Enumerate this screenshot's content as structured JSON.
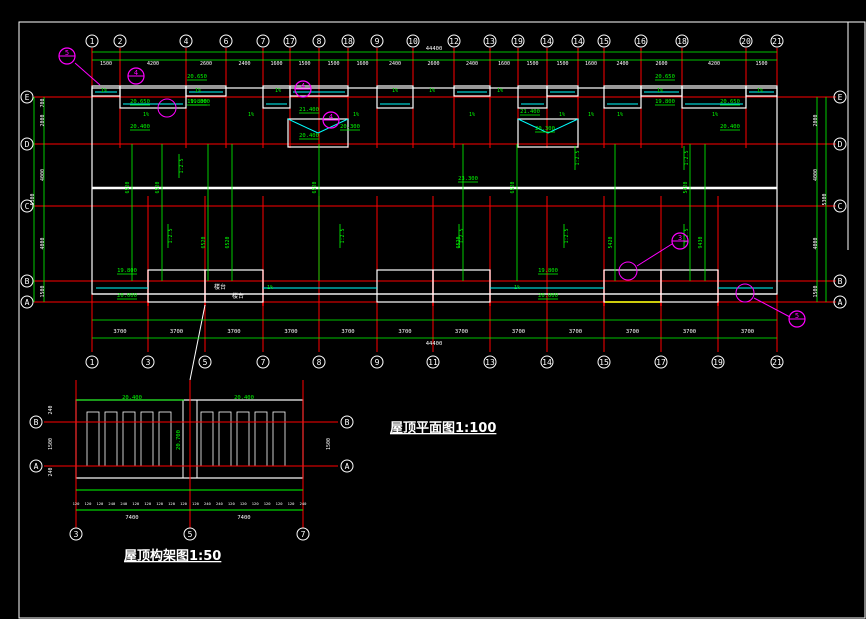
{
  "colors": {
    "background": "#000000",
    "frame": "#ffffff",
    "axis_grid": "#ff0000",
    "walls": "#ffffff",
    "dimension": "#00ff00",
    "axis_bubble": "#ffffff",
    "detail_marker": "#ff00ff",
    "drainage": "#00ffff",
    "railing": "#ffff00"
  },
  "roof_plan": {
    "title": "屋顶平面图1:100",
    "top_axes": [
      "1",
      "2",
      "4",
      "6",
      "7",
      "17",
      "8",
      "18",
      "9",
      "10",
      "12",
      "13",
      "19",
      "14",
      "14",
      "15",
      "16",
      "18",
      "20",
      "21"
    ],
    "bottom_axes": [
      "1",
      "3",
      "5",
      "7",
      "8",
      "9",
      "11",
      "13",
      "14",
      "15",
      "17",
      "19",
      "21"
    ],
    "row_axes": [
      "E",
      "D",
      "C",
      "B",
      "A"
    ],
    "overall_width": "44400",
    "overall_width_bottom": "44400",
    "top_dims": [
      "1500",
      "4200",
      "2600",
      "2400",
      "1600",
      "1500",
      "1500",
      "1600",
      "2400",
      "2600",
      "2400",
      "1600",
      "1500",
      "1500",
      "1600",
      "2400",
      "2600",
      "4200",
      "1500"
    ],
    "bottom_dims": [
      "3700",
      "3700",
      "3700",
      "3700",
      "3700",
      "3700",
      "3700",
      "3700",
      "3700",
      "3700",
      "3700",
      "3700"
    ],
    "left_dims": [
      "700",
      "2000",
      "4000",
      "5300",
      "4000",
      "1500"
    ],
    "right_dims": [
      "2000",
      "4000",
      "5300",
      "4000",
      "1500"
    ],
    "elevations": [
      "20.650",
      "19.800",
      "20.650",
      "20.400",
      "19.800",
      "21.400",
      "20.400",
      "20.300",
      "21.400",
      "20.300",
      "20.650",
      "19.800",
      "20.650",
      "20.400",
      "23.300",
      "19.800",
      "20.000",
      "19.800",
      "20.000"
    ],
    "slopes": [
      "1%",
      "1%",
      "1%",
      "1%",
      "1%",
      "1%",
      "1%",
      "1%",
      "1%",
      "1%",
      "1%",
      "1%",
      "1%",
      "1%",
      "1%",
      "1%",
      "1%",
      "1%"
    ],
    "slope_labels": [
      "1:2.5",
      "1:2.5",
      "1:2.5",
      "1:2.5",
      "1:2.5",
      "1:2.5",
      "1:2.5",
      "1:2.5"
    ],
    "room_labels": [
      "楼台",
      "楼台"
    ],
    "vertical_dims": [
      "6520",
      "6520",
      "6520",
      "6520",
      "6520",
      "5420",
      "5420",
      "9430",
      "6520",
      "6520"
    ],
    "detail_markers": [
      "5",
      "4",
      "4",
      "3",
      "5",
      "4"
    ]
  },
  "frame_plan": {
    "title": "屋顶构架图1:50",
    "axes_bottom": [
      "3",
      "5",
      "7"
    ],
    "row_axes": [
      "B",
      "A"
    ],
    "dims_top": [
      "20.400",
      "20.400"
    ],
    "dims_bottom": [
      "7400",
      "7400"
    ],
    "left_dims": [
      "240",
      "1500",
      "240"
    ],
    "right_dims": [
      "1500"
    ],
    "small_dims": [
      "120",
      "120",
      "120",
      "240",
      "240",
      "120",
      "120",
      "120"
    ],
    "center_value": "20.700"
  }
}
